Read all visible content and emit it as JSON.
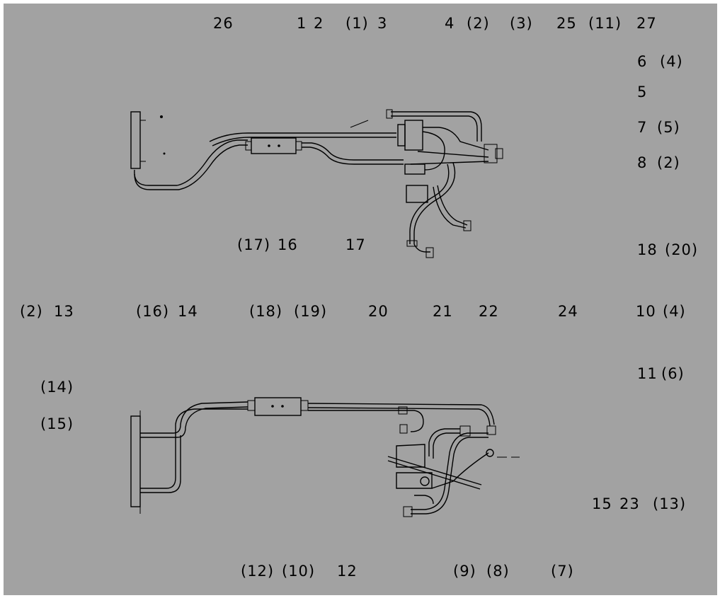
{
  "colors": {
    "background": "#a2a2a2",
    "lines": "#000000"
  },
  "labels": {
    "top_upper": [
      "26",
      "1",
      "2",
      "(1)",
      "3",
      "4",
      "(2)",
      "(3)",
      "25",
      "(11)",
      "27"
    ],
    "right_upper": [
      "6",
      "(4)",
      "5",
      "7",
      "(5)",
      "8",
      "(2)",
      "18",
      "(20)"
    ],
    "mid_upper": [
      "(17)",
      "16",
      "17"
    ],
    "middle_row": [
      "(2)",
      "13",
      "(16)",
      "14",
      "(18)",
      "(19)",
      "20",
      "21",
      "22",
      "24",
      "10",
      "(4)"
    ],
    "right_lower": [
      "11",
      "(6)",
      "15",
      "23",
      "(13)"
    ],
    "left_lower": [
      "(14)",
      "(15)"
    ],
    "bottom_row": [
      "(12)",
      "(10)",
      "12",
      "(9)",
      "(8)",
      "(7)"
    ]
  }
}
